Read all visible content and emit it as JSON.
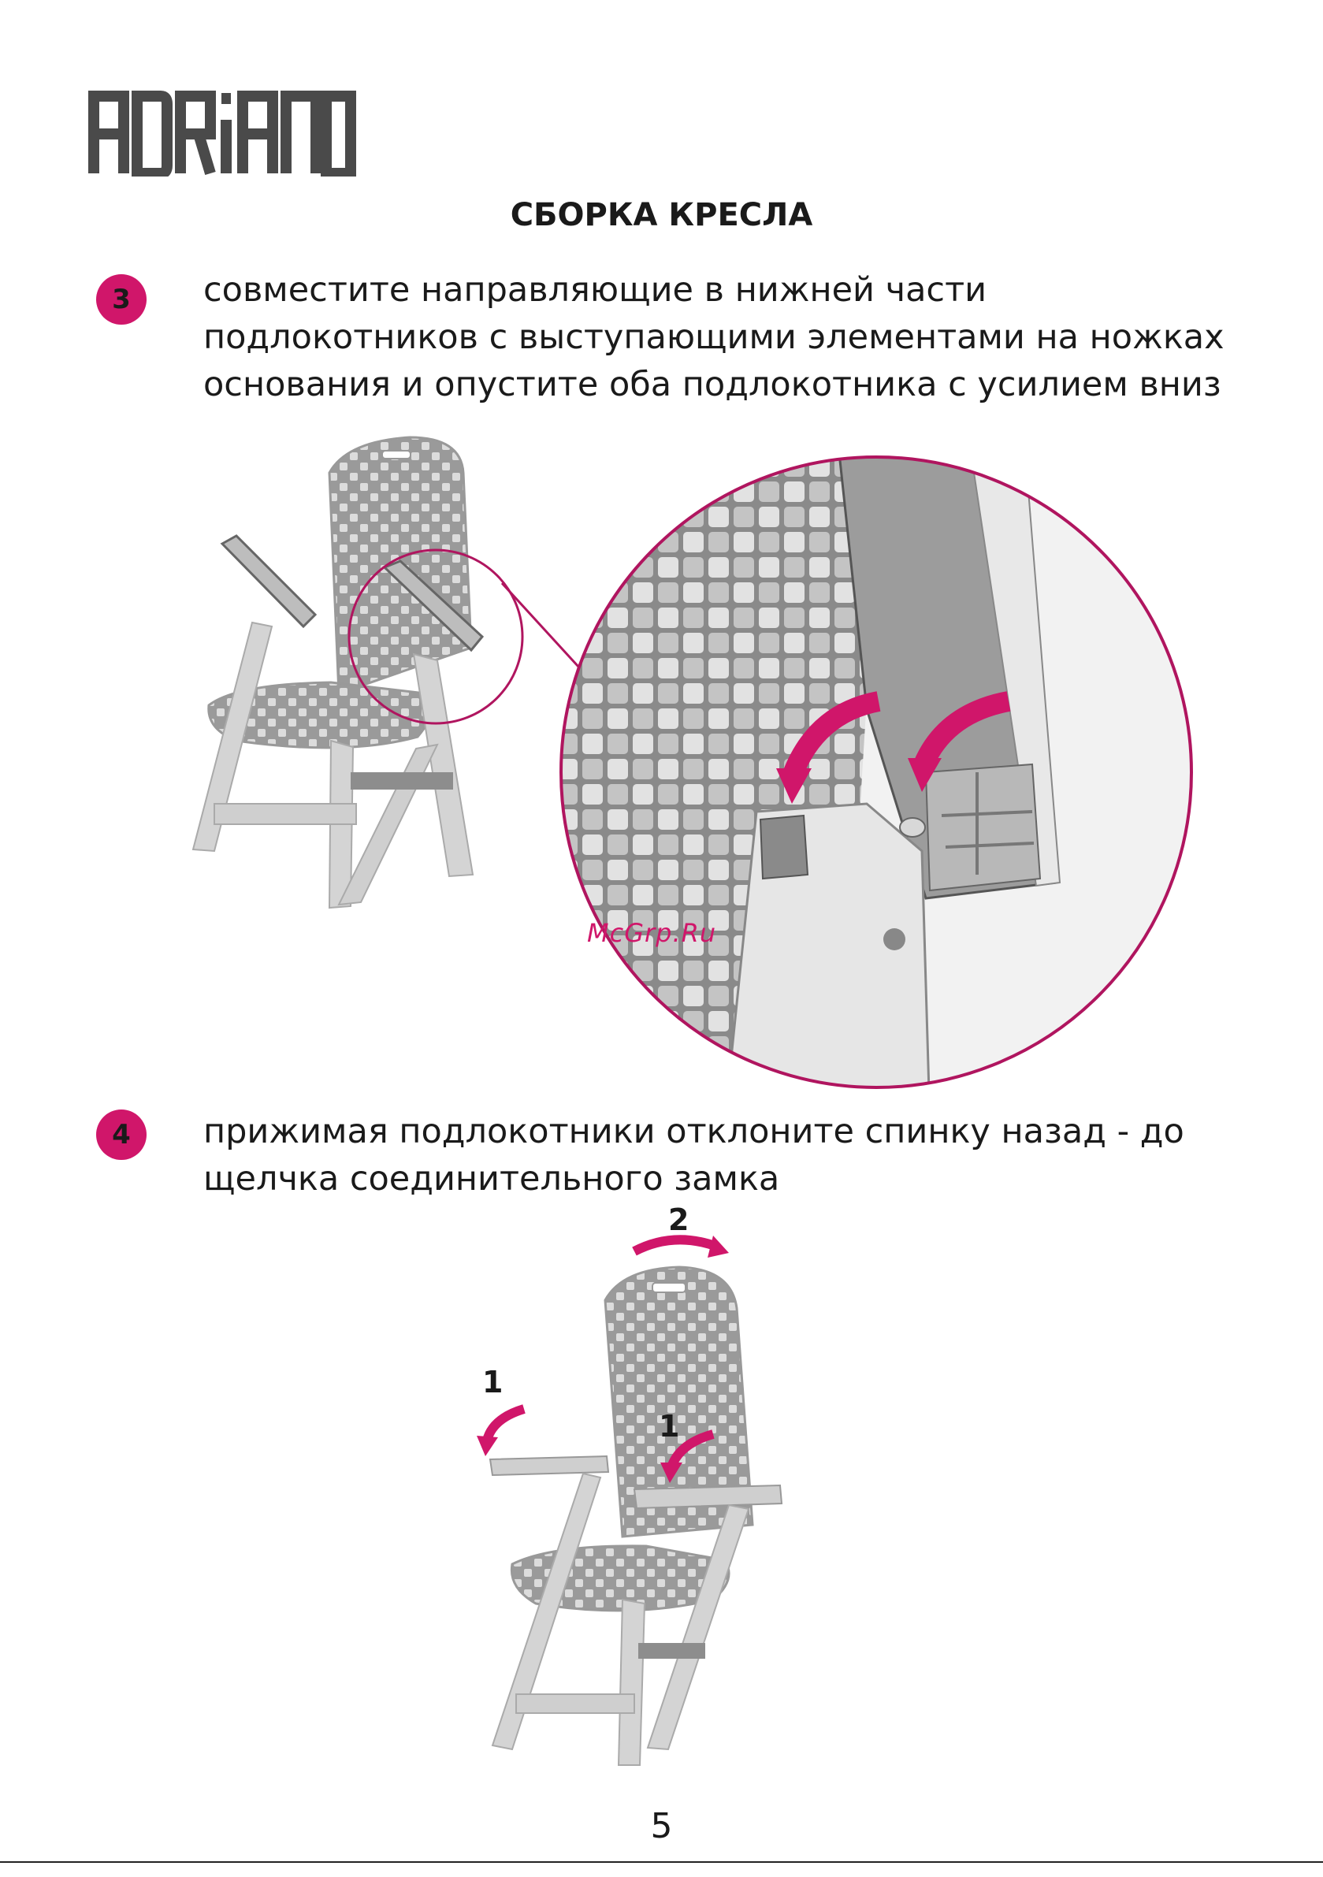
{
  "brand": {
    "logo_text": "ADRiANO"
  },
  "title": "СБОРКА КРЕСЛА",
  "steps": [
    {
      "number": "3",
      "lines": [
        "совместите направляющие в нижней части",
        "подлокотников с выступающими элементами на ножках",
        "основания и опустите оба подлокотника с усилием вниз"
      ]
    },
    {
      "number": "4",
      "lines": [
        "прижимая подлокотники отклоните спинку назад - до",
        "щелчка соединительного замка"
      ]
    }
  ],
  "figure2_labels": {
    "arrow_2": "2",
    "arrow_1_left": "1",
    "arrow_1_right": "1"
  },
  "watermark": "McGrp.Ru",
  "page_number": "5",
  "colors": {
    "accent": "#d0166a",
    "chair": "#c9c9c9",
    "chair_dark": "#8e8e8e"
  }
}
